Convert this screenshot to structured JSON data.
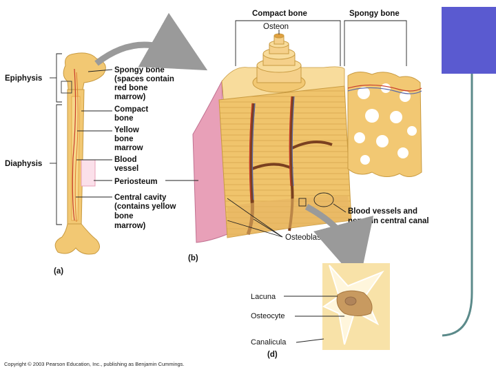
{
  "colors": {
    "accent": "#5a5ad0",
    "accent_line": "#5b8a8a",
    "bone": "#f2c873",
    "bone_light": "#f8dc9c",
    "periosteum": "#e8a0b8",
    "artery": "#c83a2a",
    "vein": "#5a6aa8",
    "arrow": "#9a9a9a"
  },
  "panel_a": {
    "tag": "(a)",
    "epiphysis": "Epiphysis",
    "diaphysis": "Diaphysis",
    "spongy_l1": "Spongy bone",
    "spongy_l2": "(spaces contain",
    "spongy_l3": "red bone",
    "spongy_l4": "marrow)",
    "compact_l1": "Compact",
    "compact_l2": "bone",
    "yellow_l1": "Yellow",
    "yellow_l2": "bone",
    "yellow_l3": "marrow",
    "vessel_l1": "Blood",
    "vessel_l2": "vessel",
    "periosteum": "Periosteum",
    "cavity_l1": "Central cavity",
    "cavity_l2": "(contains yellow",
    "cavity_l3": "bone",
    "cavity_l4": "marrow)"
  },
  "panel_b": {
    "tag": "(b)",
    "compact_bone": "Compact bone",
    "spongy_bone": "Spongy bone",
    "osteon": "Osteon",
    "vessels_l1": "Blood vessels and",
    "vessels_l2": "nerve in central canal",
    "osteoblasts": "Osteoblasts"
  },
  "panel_d": {
    "tag": "(d)",
    "lacuna": "Lacuna",
    "osteocyte": "Osteocyte",
    "canalicula": "Canalicula"
  },
  "copyright": "Copyright © 2003 Pearson Education, Inc., publishing as Benjamin Cummings."
}
